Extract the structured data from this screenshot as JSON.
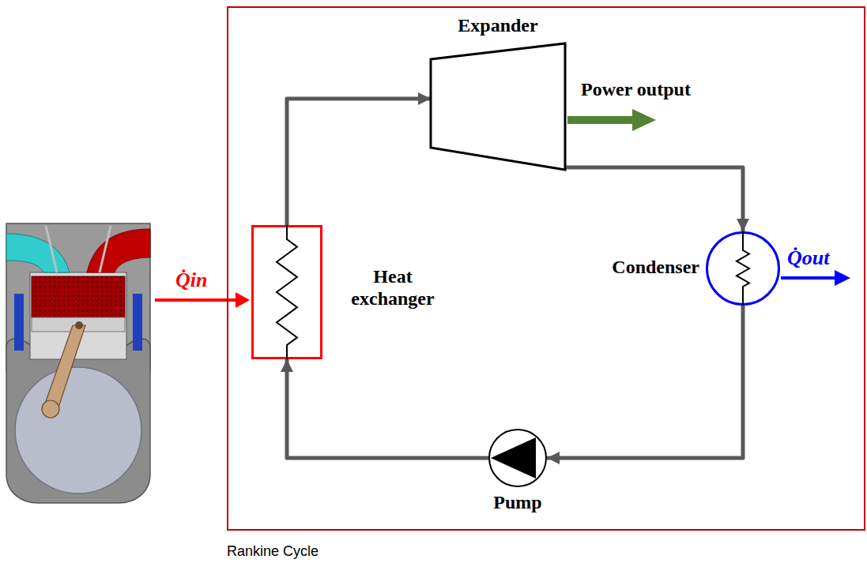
{
  "diagram": {
    "nodes": [
      {
        "text": [
          "Rankine Cycle"
        ]
      },
      {
        "text": [
          "Expander"
        ],
        "in": 0
      },
      {
        "text": [
          "Heat exchanger"
        ],
        "in": 0
      },
      {
        "text": [
          "Condenser"
        ],
        "in": 0
      },
      {
        "text": [
          "Pump"
        ],
        "in": 0
      }
    ],
    "edges": [
      {
        "from": 2,
        "to": 1,
        "arrow": "to"
      },
      {
        "from": 1,
        "to": 3,
        "arrow": "to"
      },
      {
        "from": 3,
        "to": 4,
        "arrow": "to"
      },
      {
        "from": 4,
        "to": 2,
        "arrow": "to"
      }
    ],
    "labels": [
      "Power output",
      "Q̇in",
      "Q̇out"
    ]
  }
}
